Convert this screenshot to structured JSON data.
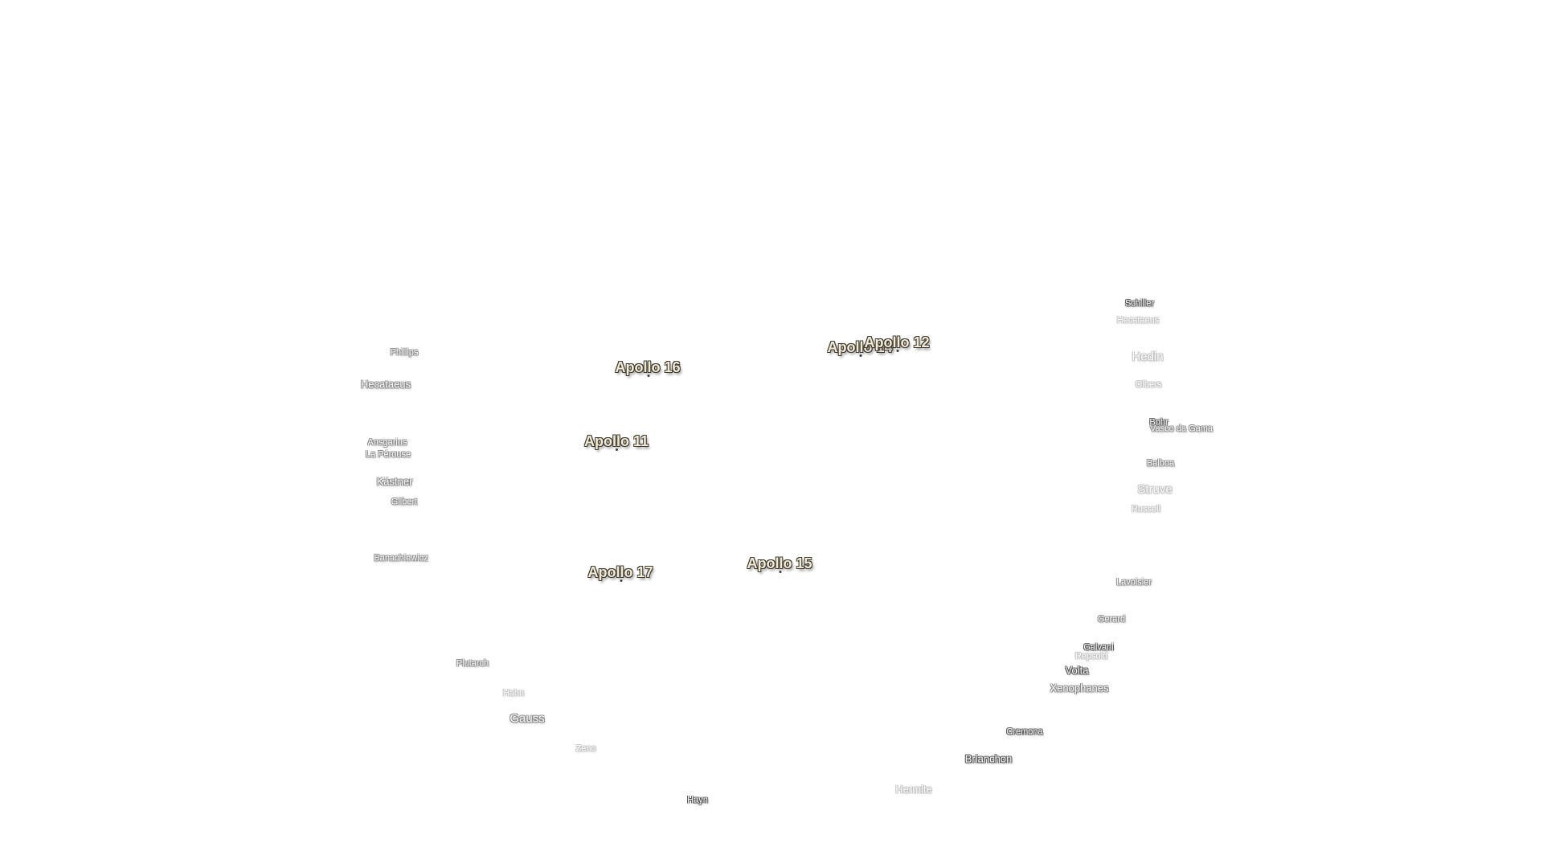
{
  "map": {
    "apollo_sites": [
      {
        "id": "apollo-16",
        "label": "Apollo 16"
      },
      {
        "id": "apollo-14",
        "label": "Apollo 14"
      },
      {
        "id": "apollo-12",
        "label": "Apollo 12"
      },
      {
        "id": "apollo-11",
        "label": "Apollo 11"
      },
      {
        "id": "apollo-17",
        "label": "Apollo 17"
      },
      {
        "id": "apollo-15",
        "label": "Apollo 15"
      }
    ],
    "craters": [
      {
        "id": "schiller",
        "label": "Schiller"
      },
      {
        "id": "hecataeus-r",
        "label": "Hecataeus"
      },
      {
        "id": "hedin",
        "label": "Hedin"
      },
      {
        "id": "olbers",
        "label": "Olbers"
      },
      {
        "id": "bohr",
        "label": "Bohr"
      },
      {
        "id": "vasco-da-gama",
        "label": "Vasco da Gama"
      },
      {
        "id": "balboa",
        "label": "Balboa"
      },
      {
        "id": "struve",
        "label": "Struve"
      },
      {
        "id": "russell",
        "label": "Russell"
      },
      {
        "id": "phillips",
        "label": "Phillips"
      },
      {
        "id": "hecataeus",
        "label": "Hecataeus"
      },
      {
        "id": "ansgarius",
        "label": "Ansgarius"
      },
      {
        "id": "la-perouse",
        "label": "La Pérouse"
      },
      {
        "id": "kastner",
        "label": "Kästner"
      },
      {
        "id": "gilbert",
        "label": "Gilbert"
      },
      {
        "id": "banachiewicz",
        "label": "Banachiewicz"
      },
      {
        "id": "lavoisier",
        "label": "Lavoisier"
      },
      {
        "id": "gerard",
        "label": "Gerard"
      },
      {
        "id": "galvani",
        "label": "Galvani"
      },
      {
        "id": "repsold",
        "label": "Repsold"
      },
      {
        "id": "volta",
        "label": "Volta"
      },
      {
        "id": "xenophanes",
        "label": "Xenophanes"
      },
      {
        "id": "plutarch",
        "label": "Plutarch"
      },
      {
        "id": "hahn",
        "label": "Hahn"
      },
      {
        "id": "gauss",
        "label": "Gauss"
      },
      {
        "id": "zeno",
        "label": "Zeno"
      },
      {
        "id": "cremona",
        "label": "Cremona"
      },
      {
        "id": "brianchon",
        "label": "Brianchon"
      },
      {
        "id": "hermite",
        "label": "Hermite"
      },
      {
        "id": "hayn",
        "label": "Hayn"
      }
    ]
  }
}
